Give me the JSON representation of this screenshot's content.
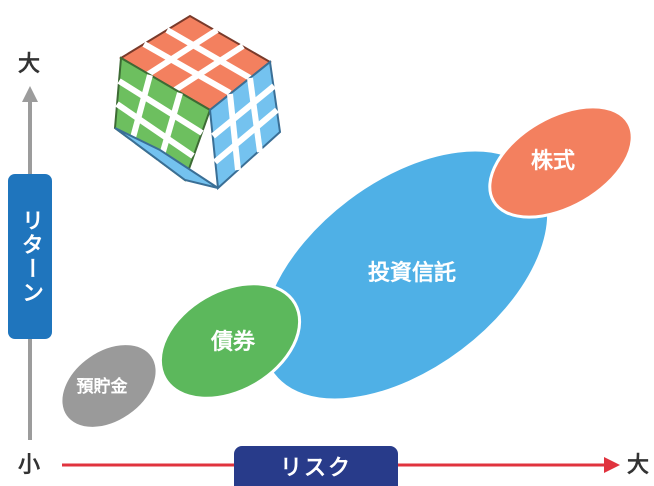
{
  "y_axis": {
    "label": "リターン",
    "high": "大",
    "low": "小"
  },
  "x_axis": {
    "label": "リスク",
    "high": "大"
  },
  "assets": [
    {
      "name": "預貯金",
      "color": "#9a9a9a"
    },
    {
      "name": "債券",
      "color": "#5cb85c"
    },
    {
      "name": "投資信託",
      "color": "#4fb0e6"
    },
    {
      "name": "株式",
      "color": "#f3805f"
    }
  ],
  "colors": {
    "y_axis": "#9c9c9c",
    "x_axis": "#e0333e",
    "y_pill": "#1f75bd",
    "x_pill": "#283b8a"
  }
}
